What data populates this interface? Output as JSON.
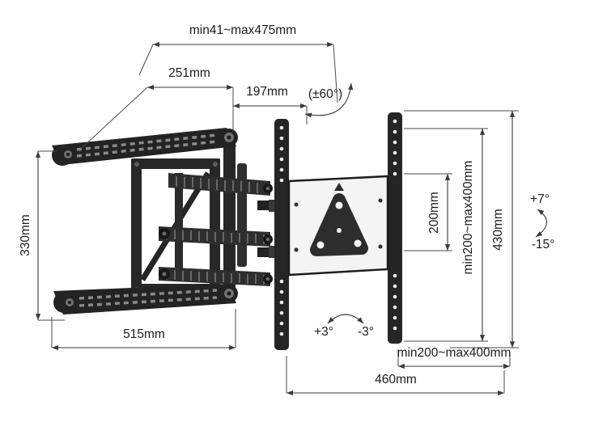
{
  "diagram": {
    "subject": "Articulating full-motion TV wall mount dimension drawing",
    "labels": {
      "extension_range": "min41~max475mm",
      "arm_front_length": "251mm",
      "arm_rear_length": "197mm",
      "swivel_angle": "(±60°)",
      "arm_height": "330mm",
      "arm_reach": "515mm",
      "bracket_width": "460mm",
      "vesa_width_range": "min200~max400mm",
      "bracket_height": "430mm",
      "vesa_height_range": "min200~max400mm",
      "plate_height": "200mm",
      "tilt_up": "+7°",
      "tilt_down": "-15°",
      "level_plus": "+3°",
      "level_minus": "-3°"
    }
  }
}
